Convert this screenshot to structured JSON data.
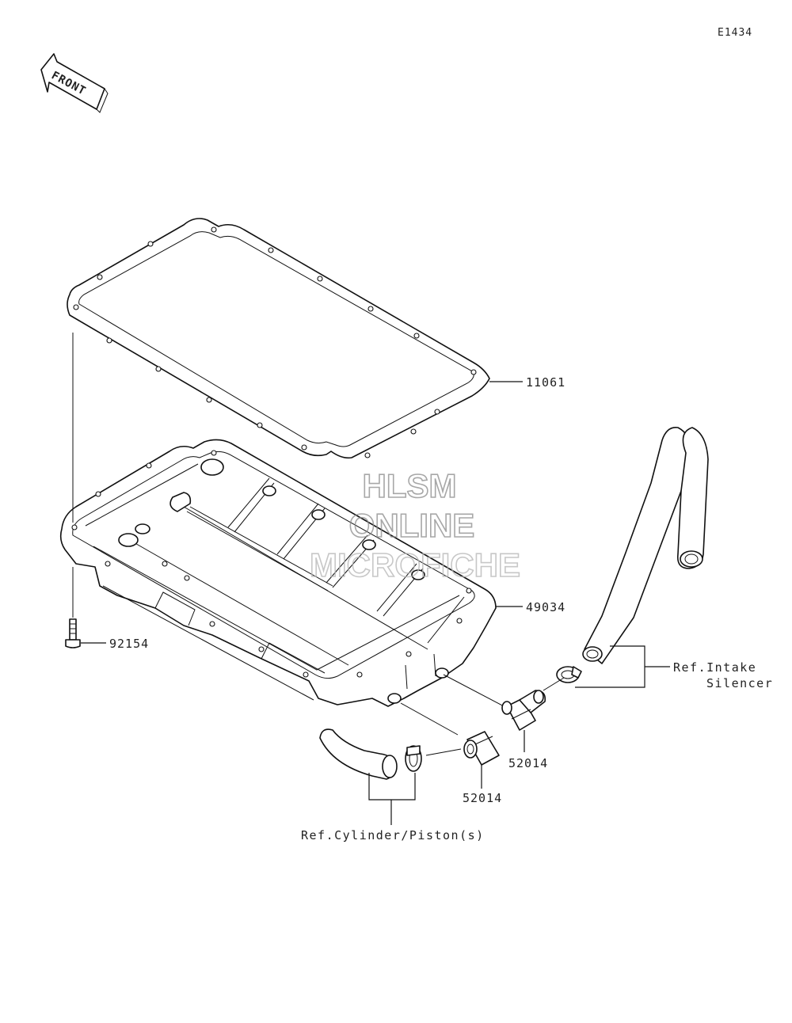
{
  "diagram_code": "E1434",
  "front_label": "FRONT",
  "parts": {
    "gasket": "11061",
    "oil_pan": "49034",
    "bolt": "92154",
    "fitting_upper": "52014",
    "fitting_lower": "52014"
  },
  "references": {
    "intake_line1": "Ref.Intake",
    "intake_line2": "Silencer",
    "cylinder": "Ref.Cylinder/Piston(s)"
  },
  "watermark": {
    "line1": "HLSM",
    "line2": "ONLINE",
    "line3": "MICROFICHE",
    "color": "#8a8a8a"
  }
}
